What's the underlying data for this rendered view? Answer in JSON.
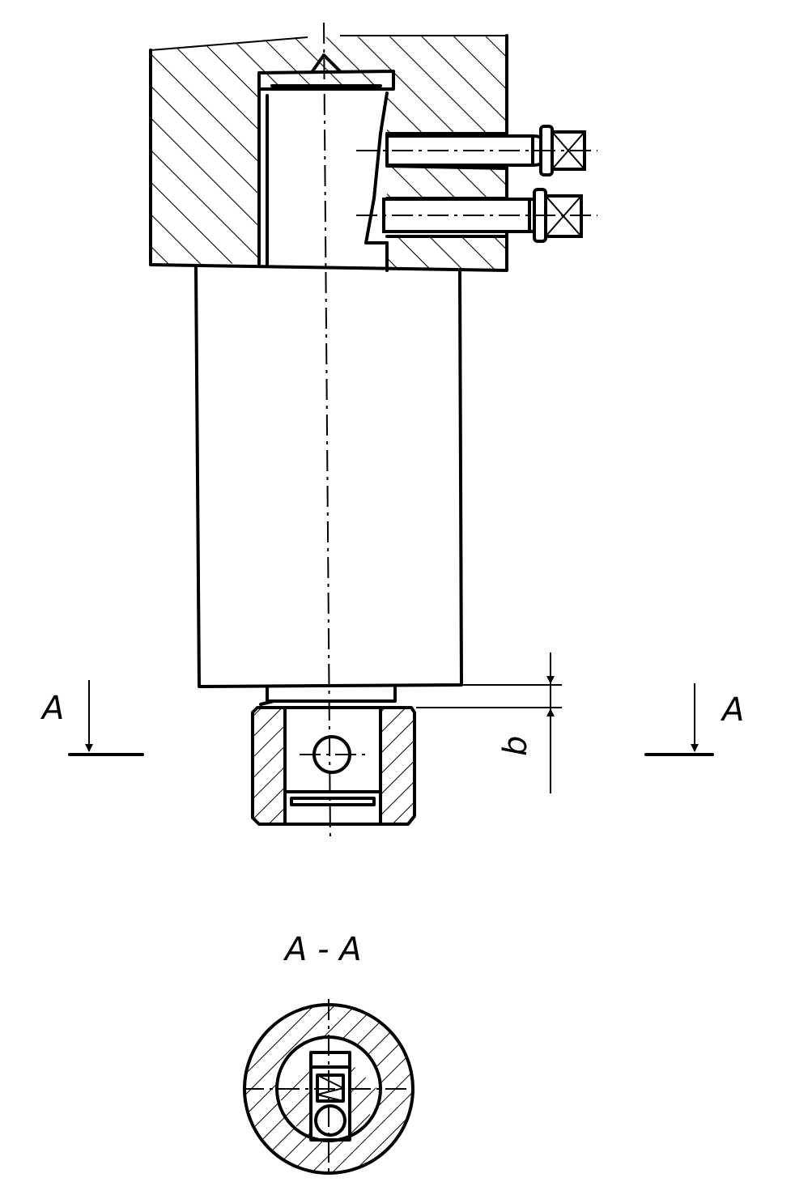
{
  "labels": {
    "section_marker_left": "A",
    "section_marker_right": "A",
    "dimension": "b",
    "section_title": "A - A"
  },
  "colors": {
    "ink": "#000000",
    "paper": "#ffffff"
  }
}
